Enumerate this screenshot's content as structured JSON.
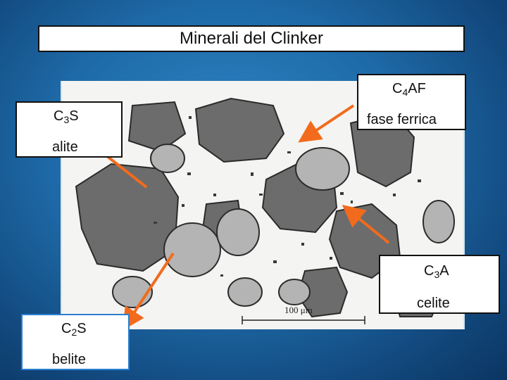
{
  "title": "Minerali del Clinker",
  "labels": {
    "c3s": {
      "formula_main": "C",
      "formula_sub": "3",
      "formula_tail": "S",
      "name": "alite"
    },
    "c4af": {
      "formula_main": "C",
      "formula_sub": "4",
      "formula_tail": "AF",
      "name": "fase ferrica"
    },
    "c3a": {
      "formula_main": "C",
      "formula_sub": "3",
      "formula_tail": "A",
      "name": "celite"
    },
    "c2s": {
      "formula_main": "C",
      "formula_sub": "2",
      "formula_tail": "S",
      "name": "belite"
    }
  },
  "scale_bar": {
    "text": "100 μm"
  },
  "colors": {
    "arrow": "#f26b1d",
    "c2s_border": "#2a7fd0"
  }
}
